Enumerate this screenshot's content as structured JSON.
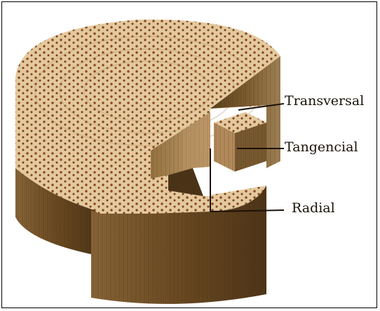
{
  "labels": {
    "transversal": "Transversal",
    "tangencial": "Tangencial",
    "radial": "Radial"
  },
  "colors": {
    "bark_dark": "#4a3217",
    "bark_mid": "#7a5a30",
    "wood_light": "#c9a877",
    "top_face": "#e2c79b",
    "pore": "#7a3e1e",
    "leader": "#1c1208"
  }
}
